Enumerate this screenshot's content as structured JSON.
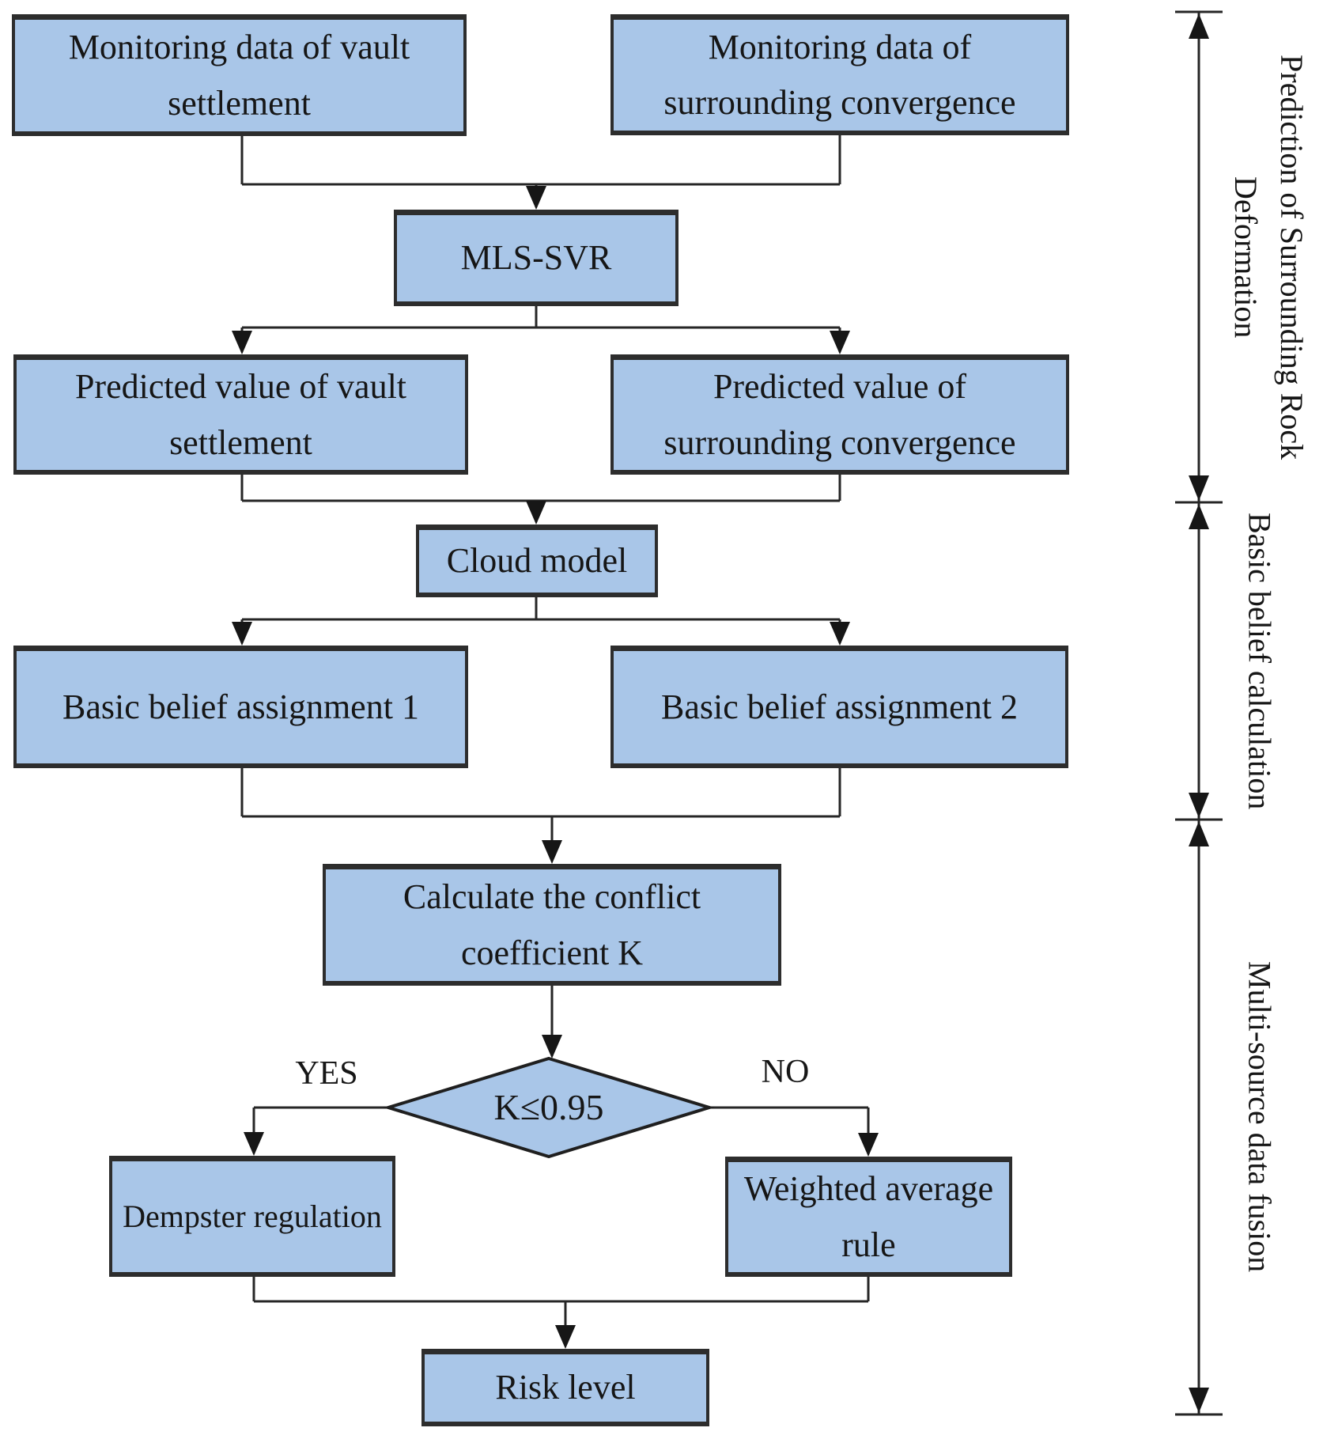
{
  "title": "Flowchart: surrounding rock deformation risk assessment by multi-source data fusion",
  "colors": {
    "node_fill": "#a9c6e8",
    "node_border": "#2d2d2d",
    "line": "#262626",
    "text": "#161616",
    "background": "#ffffff"
  },
  "nodes": {
    "monitoring_vault": {
      "label": "Monitoring data of vault\nsettlement"
    },
    "monitoring_conv": {
      "label": "Monitoring data of\nsurrounding convergence"
    },
    "mls_svr": {
      "label": "MLS-SVR"
    },
    "predicted_vault": {
      "label": "Predicted value of vault\nsettlement"
    },
    "predicted_conv": {
      "label": "Predicted value of\nsurrounding convergence"
    },
    "cloud_model": {
      "label": "Cloud model"
    },
    "bba1": {
      "label": "Basic belief assignment 1"
    },
    "bba2": {
      "label": "Basic belief assignment 2"
    },
    "calculate_k": {
      "label": "Calculate the conflict\ncoefficient K"
    },
    "dempster": {
      "label": "Dempster regulation"
    },
    "weighted": {
      "label": "Weighted average\nrule"
    },
    "risk": {
      "label": "Risk level"
    }
  },
  "decision": {
    "label": "K≤0.95",
    "yes_label": "YES",
    "no_label": "NO"
  },
  "sections": [
    {
      "label": "Prediction of Surrounding Rock\nDeformation"
    },
    {
      "label": "Basic belief calculation"
    },
    {
      "label": "Multi-source data fusion"
    }
  ]
}
